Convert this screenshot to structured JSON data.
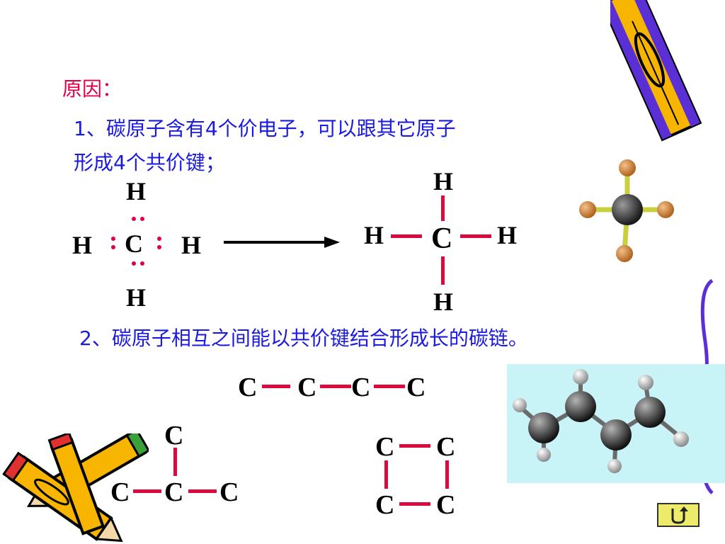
{
  "heading": "原因：",
  "point1": {
    "line1": "1、碳原子含有4个价电子，可以跟其它原子",
    "line2": "形成4个共价键；"
  },
  "point2": "2、碳原子相互之间能以共价键结合形成长的碳链。",
  "atoms": {
    "H": "H",
    "C": "C"
  },
  "colors": {
    "heading": "#e0004a",
    "text": "#1a1ae0",
    "bond": "#dc0a3c",
    "dots": "#e0004a"
  },
  "icons": [
    "pencil-icon",
    "pencils-icon",
    "ball-stick-methane-model",
    "ball-stick-butene-model",
    "return-button-icon"
  ]
}
